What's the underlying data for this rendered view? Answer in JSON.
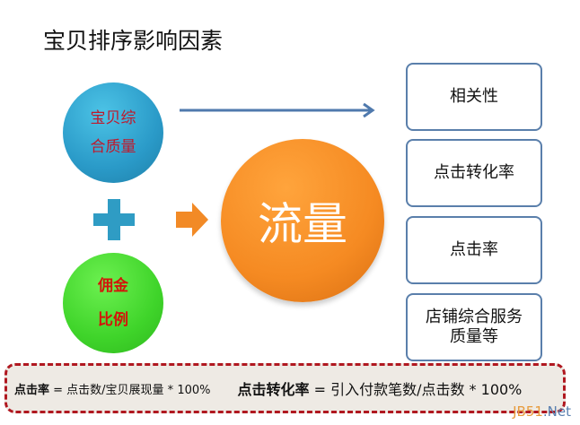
{
  "title": "宝贝排序影响因素",
  "circles": {
    "quality": [
      "宝贝综",
      "合质量"
    ],
    "commission": [
      "佣金",
      "比例"
    ],
    "traffic": "流量"
  },
  "factors": [
    "相关性",
    "点击转化率",
    "点击率",
    [
      "店铺综合服务",
      "质量等"
    ]
  ],
  "formulas": {
    "ctr_label": "点击率",
    "ctr_expr": " = 点击数/宝贝展现量 * 100%",
    "cvr_label": "点击转化率",
    "cvr_expr": " = 引入付款笔数/点击数 * 100%"
  },
  "watermark": {
    "a": "JB51",
    "b": ".Net"
  }
}
